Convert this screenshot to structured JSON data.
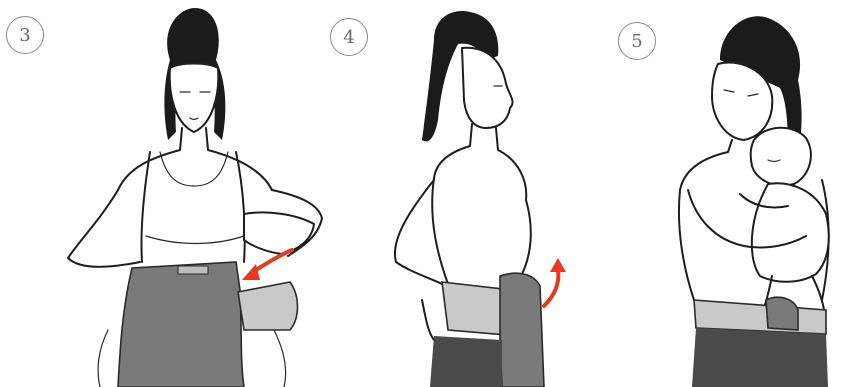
{
  "steps": [
    {
      "number": "3"
    },
    {
      "number": "4"
    },
    {
      "number": "5"
    }
  ],
  "colors": {
    "arrow": "#e23b1f",
    "belt": "#7a7a7a",
    "belt_light": "#c9c9c9",
    "hair": "#1b1b1b"
  },
  "icons": [
    "curved-arrow-icon"
  ]
}
